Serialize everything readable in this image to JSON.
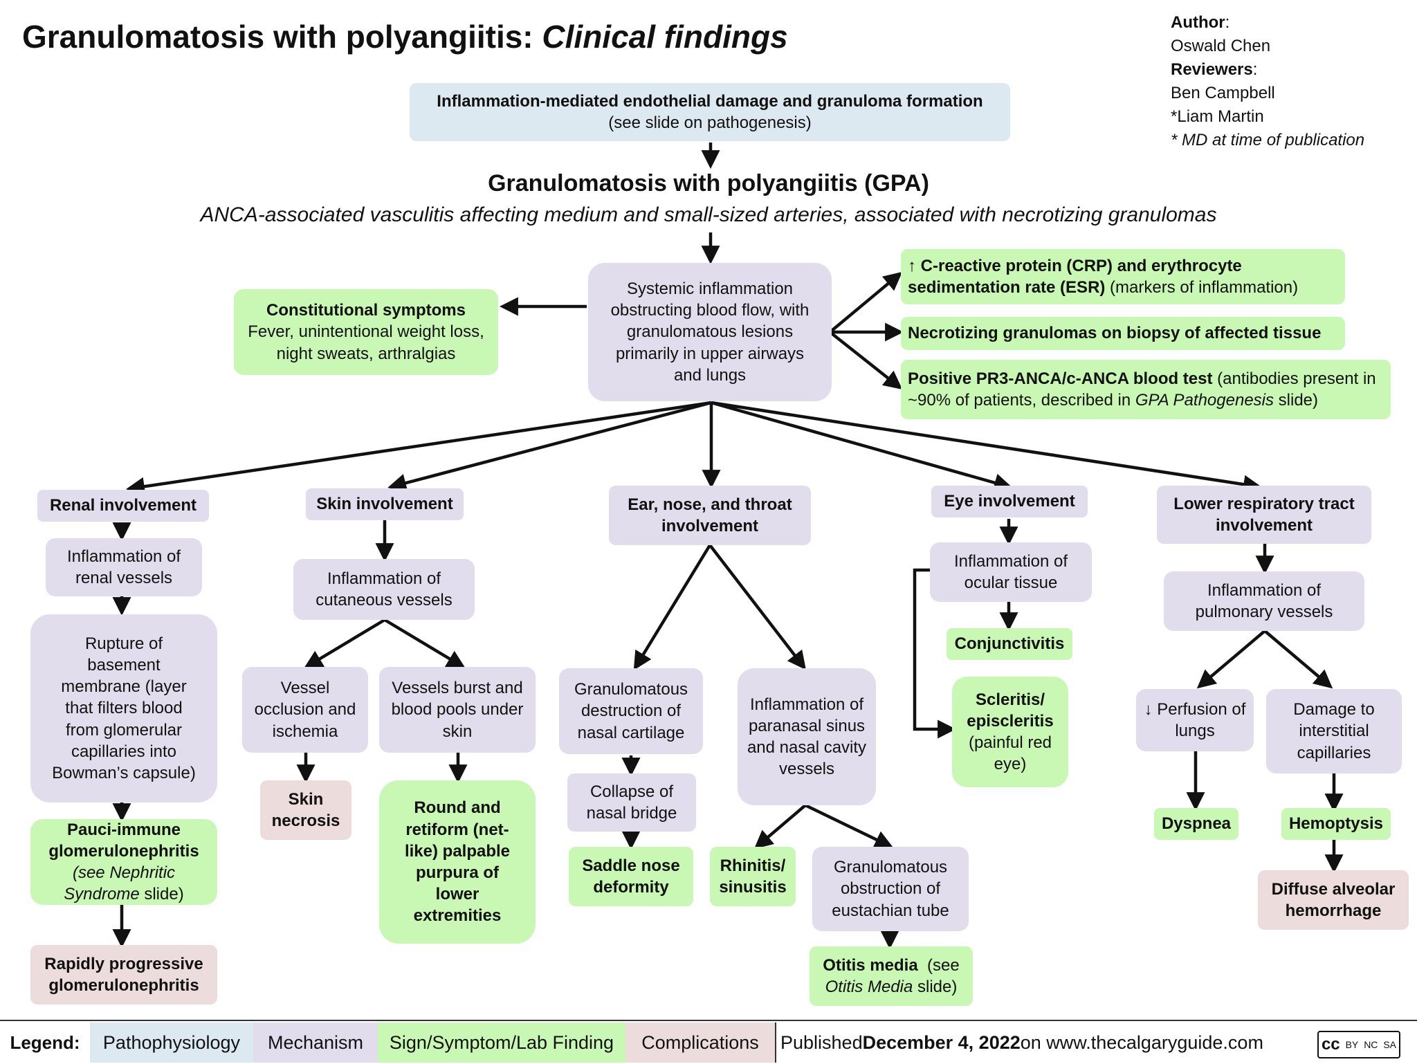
{
  "title": {
    "main": "Granulomatosis with polyangiitis:",
    "sub": "Clinical findings"
  },
  "author": {
    "author_label": "Author",
    "author_name": "Oswald Chen",
    "reviewers_label": "Reviewers",
    "reviewer1": "Ben Campbell",
    "reviewer2": "*Liam Martin",
    "note": "* MD at time of publication"
  },
  "pathogenesis": {
    "title": "Inflammation-mediated endothelial damage and granuloma formation",
    "sub": "(see slide on pathogenesis)"
  },
  "gpa": {
    "heading": "Granulomatosis with polyangiitis (GPA)",
    "definition": "ANCA-associated vasculitis affecting medium and small-sized arteries, associated with necrotizing granulomas"
  },
  "systemic": "Systemic inflammation obstructing blood flow, with granulomatous lesions primarily in upper airways and lungs",
  "constitutional": {
    "title": "Constitutional symptoms",
    "text": "Fever, unintentional weight loss, night sweats, arthralgias"
  },
  "labs": {
    "crp_bold": "↑ C-reactive protein (CRP) and erythrocyte sedimentation rate (ESR)",
    "crp_rest": " (markers of inflammation)",
    "granulomas": "Necrotizing granulomas on biopsy of affected tissue",
    "anca_bold": "Positive PR3-ANCA/c-ANCA blood test",
    "anca_rest": " (antibodies present in ~90% of patients, described in ",
    "anca_italic": "GPA Pathogenesis",
    "anca_end": " slide)"
  },
  "renal": {
    "header": "Renal involvement",
    "inflammation": "Inflammation of renal vessels",
    "rupture": "Rupture of basement membrane (layer that filters blood from glomerular capillaries into Bowman’s capsule)",
    "pauci_bold": "Pauci-immune glomerulonephritis",
    "pauci_pre": "(see ",
    "pauci_italic": "Nephritic Syndrome",
    "pauci_post": " slide)",
    "rpgn": "Rapidly progressive glomerulonephritis"
  },
  "skin": {
    "header": "Skin involvement",
    "inflammation": "Inflammation of cutaneous vessels",
    "occlusion": "Vessel occlusion and ischemia",
    "necrosis": "Skin necrosis",
    "burst": "Vessels burst and blood pools under skin",
    "purpura": "Round and retiform (net-like) palpable purpura of lower extremities"
  },
  "ent": {
    "header": "Ear, nose, and throat involvement",
    "destruction": "Granulomatous destruction of nasal cartilage",
    "collapse": "Collapse of nasal bridge",
    "saddle": "Saddle nose deformity",
    "sinus": "Inflammation of paranasal sinus and nasal cavity vessels",
    "rhinitis": "Rhinitis/ sinusitis",
    "eustachian": "Granulomatous obstruction of eustachian tube",
    "otitis_bold": "Otitis media",
    "otitis_pre": "(see",
    "otitis_italic": "Otitis Media",
    "otitis_post": " slide)"
  },
  "eye": {
    "header": "Eye involvement",
    "inflammation": "Inflammation of ocular tissue",
    "conjunctivitis": "Conjunctivitis",
    "scleritis_bold": "Scleritis/ episcleritis",
    "scleritis_rest": "(painful red eye)"
  },
  "lung": {
    "header": "Lower respiratory tract involvement",
    "inflammation": "Inflammation of pulmonary vessels",
    "perfusion": "↓ Perfusion of lungs",
    "dyspnea": "Dyspnea",
    "damage": "Damage to interstitial capillaries",
    "hemoptysis": "Hemoptysis",
    "hemorrhage": "Diffuse alveolar hemorrhage"
  },
  "legend": {
    "label": "Legend:",
    "patho": "Pathophysiology",
    "mech": "Mechanism",
    "sign": "Sign/Symptom/Lab Finding",
    "comp": "Complications"
  },
  "published": {
    "pre": "Published ",
    "date": "December 4, 2022",
    "post": " on www.thecalgaryguide.com"
  },
  "license": {
    "cc": "cc",
    "by": "BY",
    "nc": "NC",
    "sa": "SA"
  },
  "colors": {
    "pathophysiology": "#dde9f0",
    "mechanism": "#e2ddec",
    "sign": "#c9f7b4",
    "complication": "#ecdcdc"
  }
}
